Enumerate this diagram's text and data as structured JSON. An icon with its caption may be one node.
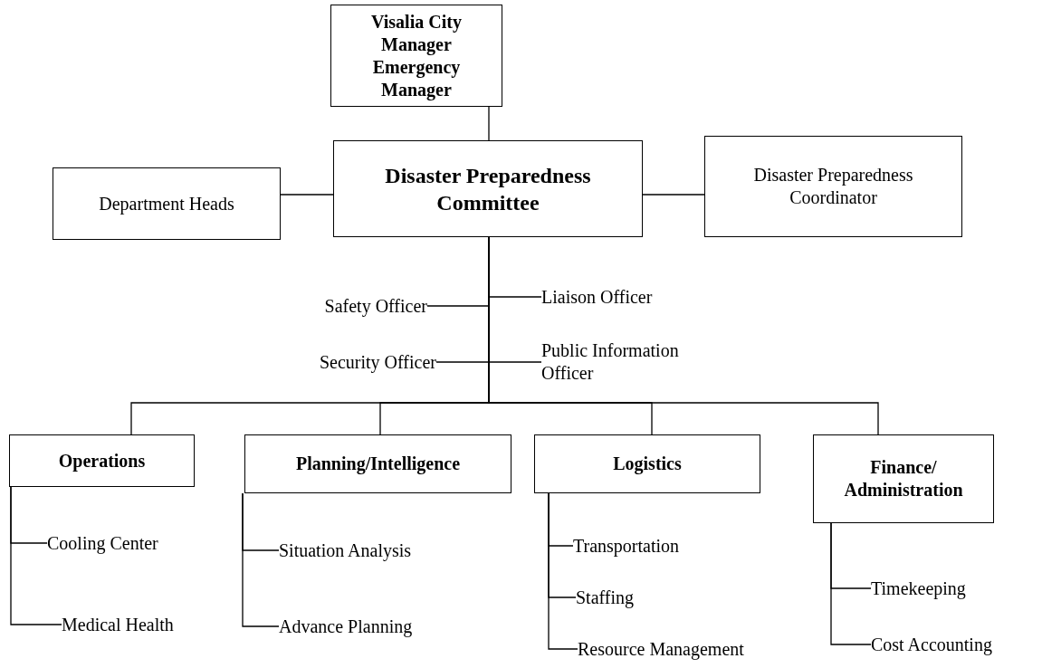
{
  "diagram": {
    "nodes": [
      {
        "text": [
          "Visalia City Manager",
          "Emergency Manager"
        ]
      },
      {
        "text": [
          "Department Heads"
        ]
      },
      {
        "text": [
          "Disaster Preparedness Committee"
        ]
      },
      {
        "text": [
          "Disaster Preparedness Coordinator"
        ]
      },
      {
        "text": [
          "Safety Officer"
        ]
      },
      {
        "text": [
          "Liaison Officer"
        ]
      },
      {
        "text": [
          "Security Officer"
        ]
      },
      {
        "text": [
          "Public Information Officer"
        ]
      },
      {
        "text": [
          "Operations"
        ]
      },
      {
        "text": [
          "Planning/Intelligence"
        ]
      },
      {
        "text": [
          "Logistics"
        ]
      },
      {
        "text": [
          "Finance/ Administration"
        ]
      },
      {
        "text": [
          "Cooling Center"
        ]
      },
      {
        "text": [
          "Medical Health"
        ]
      },
      {
        "text": [
          "Situation Analysis"
        ]
      },
      {
        "text": [
          "Advance Planning"
        ]
      },
      {
        "text": [
          "Transportation"
        ]
      },
      {
        "text": [
          "Staffing"
        ]
      },
      {
        "text": [
          "Resource Management"
        ]
      },
      {
        "text": [
          "Timekeeping"
        ]
      },
      {
        "text": [
          "Cost Accounting"
        ]
      }
    ],
    "edges": [
      {
        "from": 0,
        "to": 2,
        "arrow": "none"
      },
      {
        "from": 1,
        "to": 2,
        "arrow": "none"
      },
      {
        "from": 2,
        "to": 3,
        "arrow": "none"
      },
      {
        "from": 2,
        "to": 4,
        "arrow": "none"
      },
      {
        "from": 2,
        "to": 5,
        "arrow": "none"
      },
      {
        "from": 2,
        "to": 6,
        "arrow": "none"
      },
      {
        "from": 2,
        "to": 7,
        "arrow": "none"
      },
      {
        "from": 2,
        "to": 8,
        "arrow": "none"
      },
      {
        "from": 2,
        "to": 9,
        "arrow": "none"
      },
      {
        "from": 2,
        "to": 10,
        "arrow": "none"
      },
      {
        "from": 2,
        "to": 11,
        "arrow": "none"
      },
      {
        "from": 8,
        "to": 12,
        "arrow": "none"
      },
      {
        "from": 8,
        "to": 13,
        "arrow": "none"
      },
      {
        "from": 9,
        "to": 14,
        "arrow": "none"
      },
      {
        "from": 9,
        "to": 15,
        "arrow": "none"
      },
      {
        "from": 10,
        "to": 16,
        "arrow": "none"
      },
      {
        "from": 10,
        "to": 17,
        "arrow": "none"
      },
      {
        "from": 10,
        "to": 18,
        "arrow": "none"
      },
      {
        "from": 11,
        "to": 19,
        "arrow": "none"
      },
      {
        "from": 11,
        "to": 20,
        "arrow": "none"
      }
    ]
  }
}
